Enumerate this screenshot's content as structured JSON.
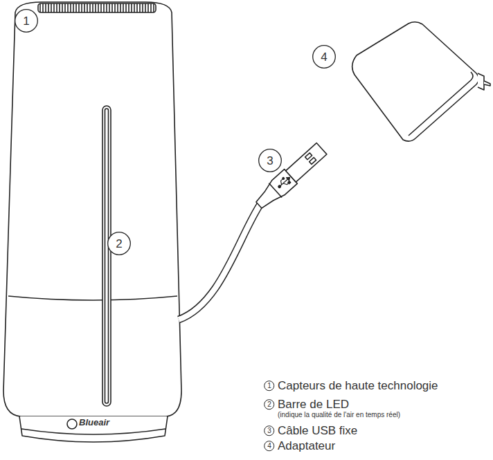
{
  "diagram": {
    "nodes": [
      {
        "text": [
          "1"
        ]
      },
      {
        "text": [
          "2"
        ]
      },
      {
        "text": [
          "3"
        ]
      },
      {
        "text": [
          "4"
        ]
      },
      {
        "text": [
          "1"
        ]
      },
      {
        "text": [
          "2"
        ]
      },
      {
        "text": [
          "3"
        ]
      },
      {
        "text": [
          "4"
        ]
      }
    ],
    "labels": [
      "Blueair",
      "Capteurs de haute technologie",
      "Barre de LED",
      "(indique la qualité de l'air en temps réel)",
      "Câble USB fixe",
      "Adaptateur"
    ]
  }
}
